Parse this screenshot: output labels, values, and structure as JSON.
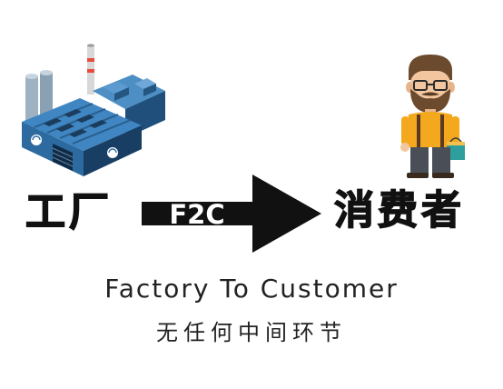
{
  "diagram": {
    "left_label": "工厂",
    "arrow_label": "F2C",
    "right_label": "消费者",
    "english_caption": "Factory To Customer",
    "chinese_caption": "无任何中间环节"
  },
  "icons": {
    "factory": "factory-building-icon",
    "customer": "bearded-man-shopper-icon",
    "arrow": "right-arrow-icon"
  },
  "colors": {
    "factory_blue": "#2d6fa3",
    "arrow": "#111111",
    "text": "#111111"
  }
}
